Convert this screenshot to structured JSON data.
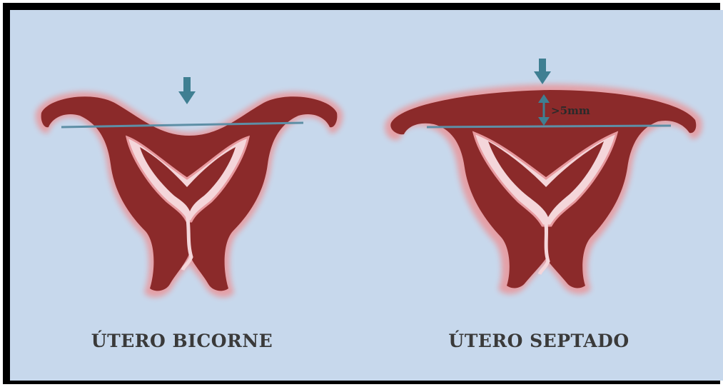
{
  "diagram": {
    "left": {
      "caption": "ÚTERO BICORNE"
    },
    "right": {
      "caption": "ÚTERO SEPTADO",
      "measurement": ">5mm"
    }
  },
  "colors": {
    "background": "#c7d8ec",
    "frame": "#000000",
    "tissue": "#8b2a2a",
    "halo": "#e79a9f",
    "cavity": "#f4d6da",
    "reference_line": "#5e8fa6",
    "arrow": "#3f7f92"
  },
  "icons": [
    "down-arrow-icon",
    "measurement-arrow-icon"
  ]
}
